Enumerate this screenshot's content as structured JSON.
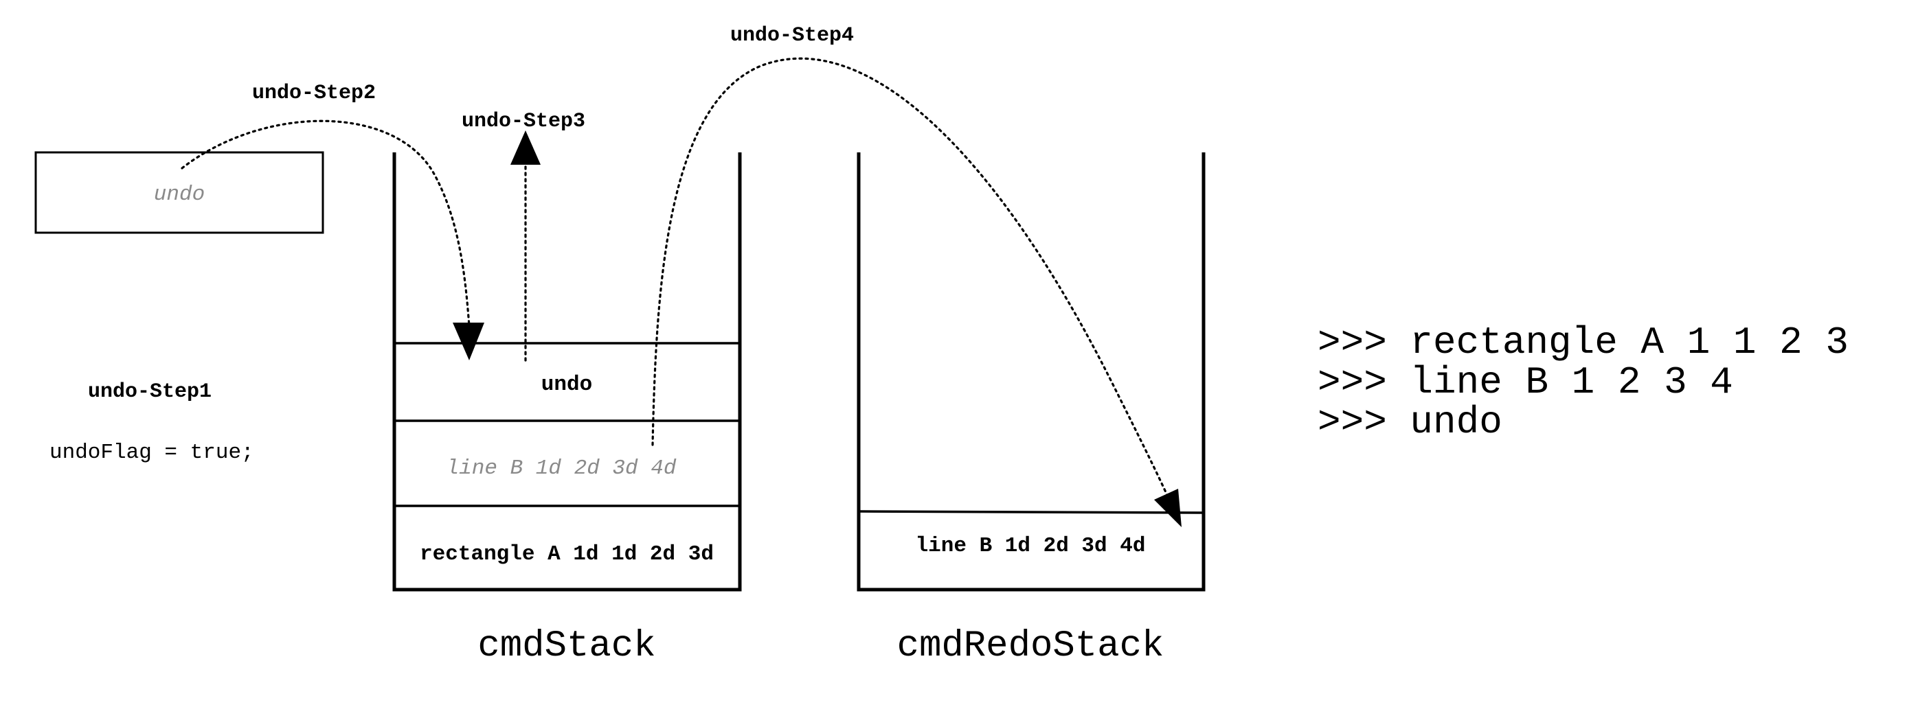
{
  "steps": {
    "step1": "undo-Step1",
    "step2": "undo-Step2",
    "step3": "undo-Step3",
    "step4": "undo-Step4"
  },
  "undo_box": {
    "label": "undo"
  },
  "flag_code": "undoFlag = true;",
  "cmd_stack": {
    "name": "cmdStack",
    "cells": {
      "top": "undo",
      "middle": "line B 1d 2d 3d 4d",
      "bottom": "rectangle A 1d 1d 2d 3d"
    }
  },
  "cmd_redo_stack": {
    "name": "cmdRedoStack",
    "cells": {
      "bottom": "line B 1d 2d 3d 4d"
    }
  },
  "terminal": {
    "lines": [
      ">>> rectangle A 1 1 2 3",
      ">>> line B 1 2 3 4",
      ">>> undo"
    ]
  }
}
